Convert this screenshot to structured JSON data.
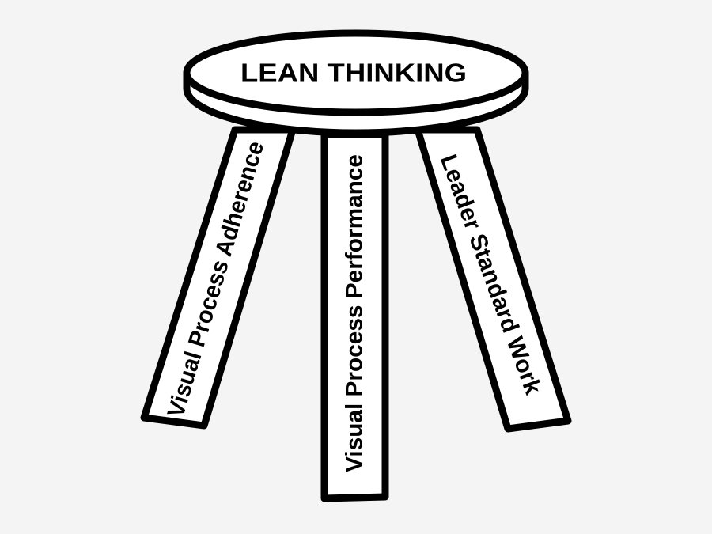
{
  "diagram": {
    "title": "LEAN THINKING",
    "legs": [
      {
        "label": "Visual Process Adherence"
      },
      {
        "label": "Visual Process Performance"
      },
      {
        "label": "Leader Standard Work"
      }
    ]
  },
  "colors": {
    "background": "#f4f4f4",
    "fill": "#ffffff",
    "stroke": "#000000"
  }
}
